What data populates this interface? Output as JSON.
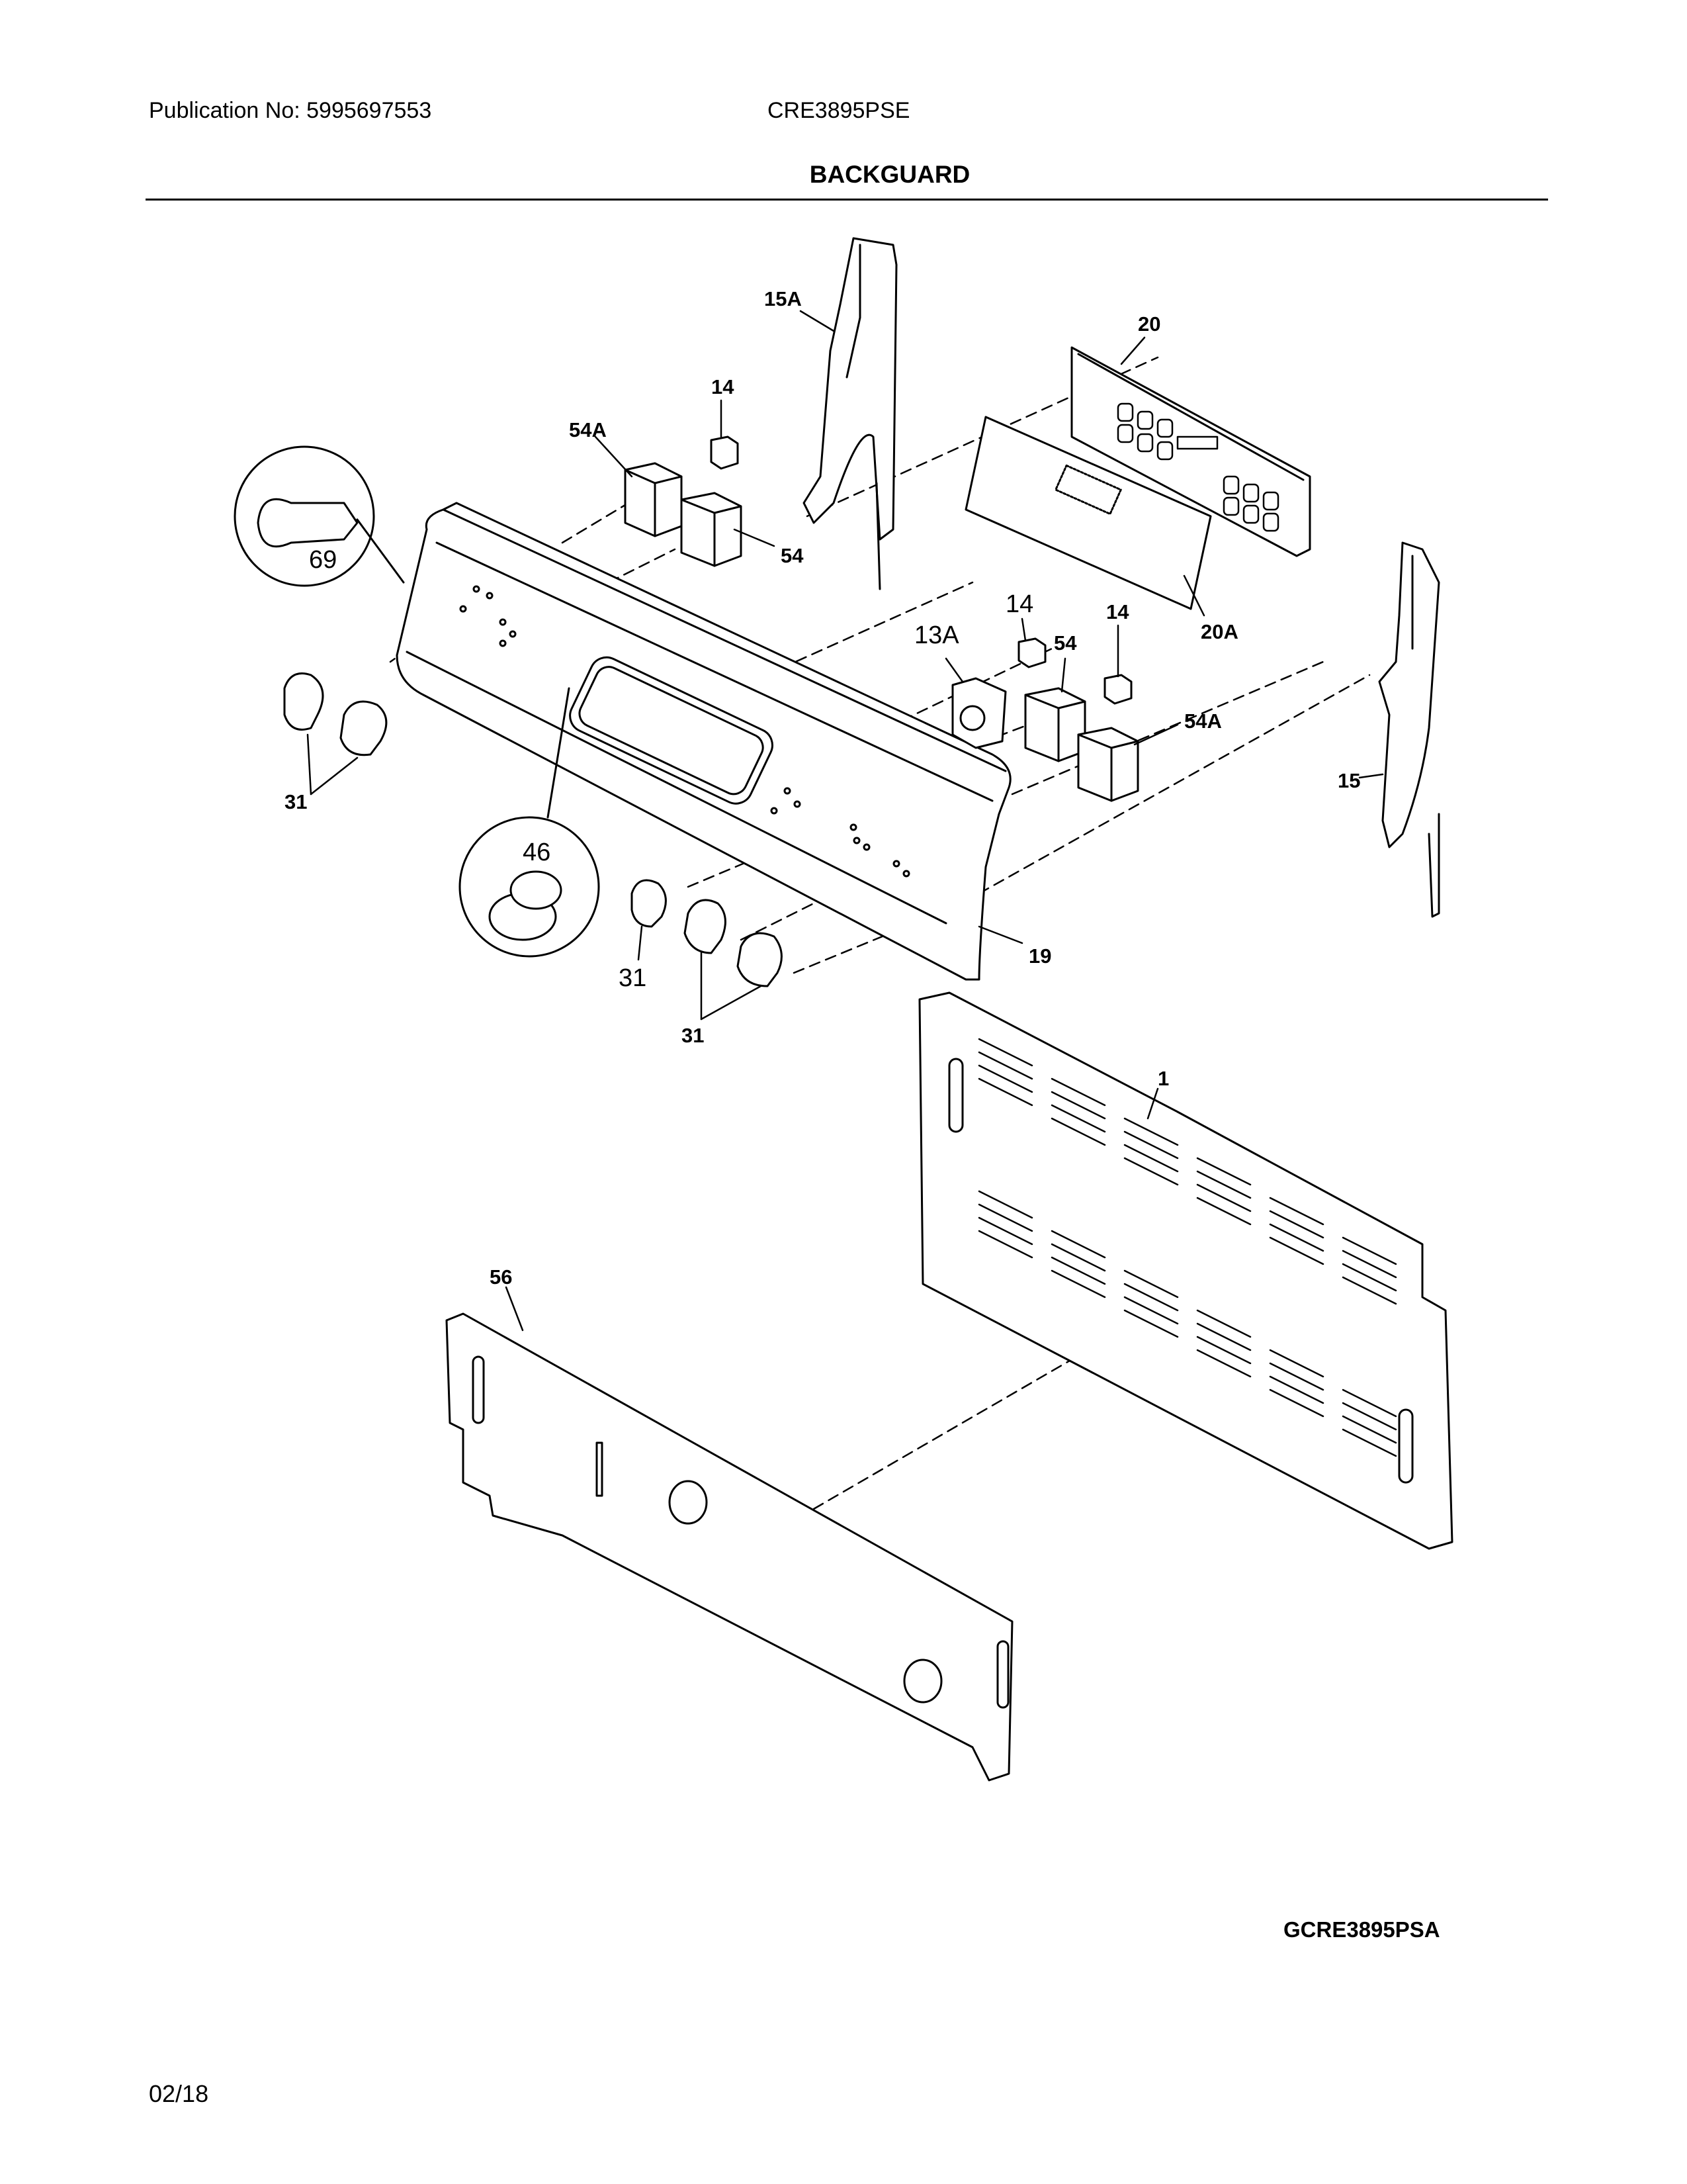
{
  "header": {
    "publication": "Publication No: 5995697553",
    "model": "CRE3895PSE",
    "title": "BACKGUARD"
  },
  "callouts": {
    "c15A": "15A",
    "c20": "20",
    "c14a": "14",
    "c54Aa": "54A",
    "c69": "69",
    "c54a": "54",
    "c20A": "20A",
    "c13A": "13A",
    "c14b": "14",
    "c54b": "54",
    "c14c": "14",
    "c54Ab": "54A",
    "c15": "15",
    "c31a": "31",
    "c46": "46",
    "c31b": "31",
    "c19": "19",
    "c31c": "31",
    "c1": "1",
    "c56": "56"
  },
  "footer": {
    "figure_code": "GCRE3895PSA",
    "date": "02/18"
  }
}
